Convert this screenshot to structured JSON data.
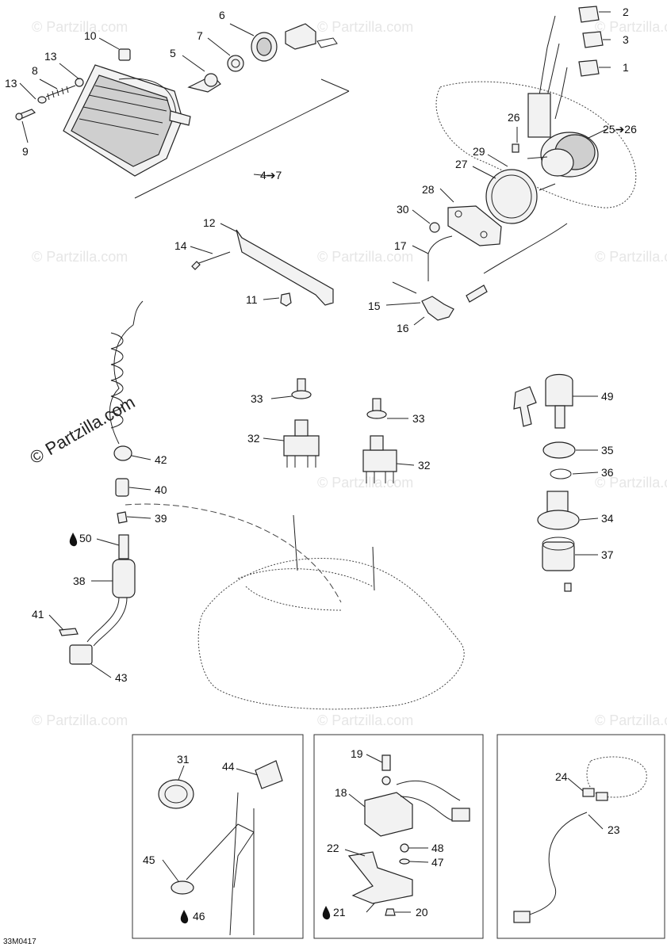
{
  "watermarks": [
    "© Partzilla.com"
  ],
  "diagram_code": "33M0417",
  "callouts": {
    "c1": "1",
    "c2": "2",
    "c3": "3",
    "c4": "4➔7",
    "c5": "5",
    "c6": "6",
    "c7": "7",
    "c8": "8",
    "c9": "9",
    "c10": "10",
    "c11": "11",
    "c12": "12",
    "c13a": "13",
    "c13b": "13",
    "c14": "14",
    "c15": "15",
    "c16": "16",
    "c17": "17",
    "c18": "18",
    "c19": "19",
    "c20": "20",
    "c21": "21",
    "c22": "22",
    "c23": "23",
    "c24": "24",
    "c25": "25➔26",
    "c26": "26",
    "c27": "27",
    "c28": "28",
    "c29": "29",
    "c30": "30",
    "c31": "31",
    "c32a": "32",
    "c32b": "32",
    "c33a": "33",
    "c33b": "33",
    "c34": "34",
    "c35": "35",
    "c36": "36",
    "c37": "37",
    "c38": "38",
    "c39": "39",
    "c40": "40",
    "c41": "41",
    "c42": "42",
    "c43": "43",
    "c44": "44",
    "c45": "45",
    "c46": "46",
    "c47": "47",
    "c48": "48",
    "c49": "49",
    "c50": "50"
  },
  "icons": {
    "oil_drop": "oil-drop-icon"
  }
}
